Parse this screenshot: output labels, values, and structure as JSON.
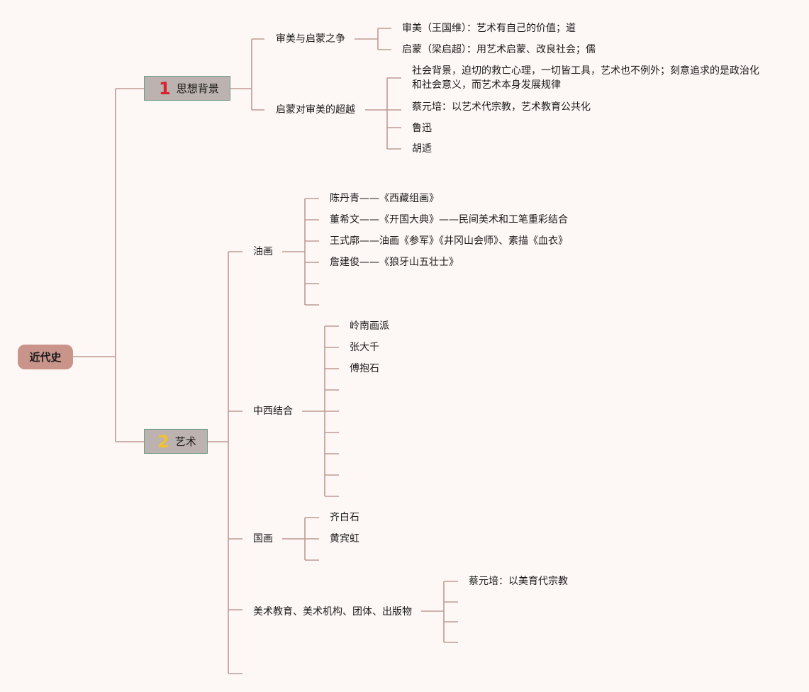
{
  "root": "近代史",
  "sections": [
    {
      "number": "1",
      "number_color": "#d8222f",
      "title": "思想背景",
      "children": [
        {
          "label": "审美与启蒙之争",
          "items": [
            "审美（王国维）：艺术有自己的价值；道",
            "启蒙（梁启超）：用艺术启蒙、改良社会；儒"
          ]
        },
        {
          "label": "启蒙对审美的超越",
          "items": [
            "社会背景，迫切的救亡心理，一切皆工具，艺术也不例外；刻意追求的是政治化和社会意义，而艺术本身发展规律",
            "蔡元培：以艺术代宗教，艺术教育公共化",
            "鲁迅",
            "胡适"
          ]
        }
      ]
    },
    {
      "number": "2",
      "number_color": "#f2c12e",
      "title": "艺术",
      "children": [
        {
          "label": "油画",
          "items": [
            "陈丹青——《西藏组画》",
            "董希文——《开国大典》——民间美术和工笔重彩结合",
            "王式廓——油画《参军》《井冈山会师》、素描《血衣》",
            "詹建俊——《狼牙山五壮士》"
          ]
        },
        {
          "label": "中西结合",
          "items": [
            "岭南画派",
            "张大千",
            "傅抱石"
          ]
        },
        {
          "label": "国画",
          "items": [
            "齐白石",
            "黄宾虹"
          ]
        },
        {
          "label": "美术教育、美术机构、团体、出版物",
          "items": [
            "蔡元培：以美育代宗教"
          ]
        }
      ]
    }
  ]
}
